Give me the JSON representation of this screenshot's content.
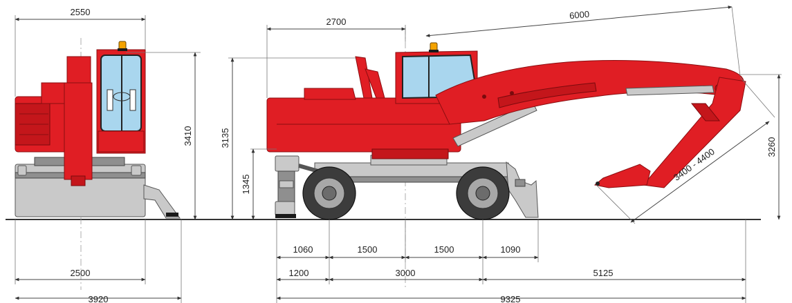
{
  "dimensions": {
    "front_width_top": "2550",
    "front_width_track": "2500",
    "front_width_overall": "3920",
    "front_height": "3410",
    "cab_to_boom_height": "3135",
    "chassis_height": "1345",
    "cab_position": "2700",
    "boom_reach": "6000",
    "stick_length": "3400 - 4400",
    "max_height": "3260",
    "seg_outrigger": "1060",
    "seg_front_axle": "1500",
    "seg_rear_axle": "1500",
    "seg_blade": "1090",
    "seg_front_overhang": "1200",
    "wheelbase": "3000",
    "rear_reach": "5125",
    "overall_length": "9325"
  },
  "colors": {
    "body_red": "#e01e24",
    "undercarriage_grey": "#c9c9c9",
    "glass_blue": "#a9d6ee",
    "beacon_amber": "#f4a300",
    "dimension_line": "#444444"
  },
  "icons": {
    "front_view": "excavator-front-view-icon",
    "side_view": "excavator-side-view-icon"
  }
}
